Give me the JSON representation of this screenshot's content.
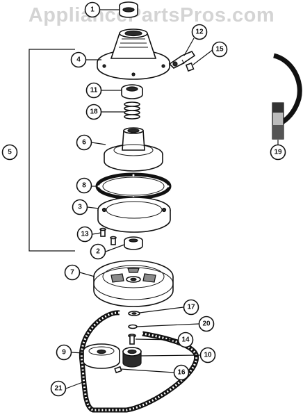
{
  "watermark": "AppliancePartsPros.com",
  "callouts": [
    {
      "id": "1",
      "label": "1"
    },
    {
      "id": "4",
      "label": "4"
    },
    {
      "id": "12",
      "label": "12"
    },
    {
      "id": "15",
      "label": "15"
    },
    {
      "id": "11",
      "label": "11"
    },
    {
      "id": "18",
      "label": "18"
    },
    {
      "id": "5",
      "label": "5"
    },
    {
      "id": "6",
      "label": "6"
    },
    {
      "id": "19",
      "label": "19"
    },
    {
      "id": "8",
      "label": "8"
    },
    {
      "id": "3",
      "label": "3"
    },
    {
      "id": "13",
      "label": "13"
    },
    {
      "id": "2",
      "label": "2"
    },
    {
      "id": "7",
      "label": "7"
    },
    {
      "id": "17",
      "label": "17"
    },
    {
      "id": "20",
      "label": "20"
    },
    {
      "id": "14",
      "label": "14"
    },
    {
      "id": "9",
      "label": "9"
    },
    {
      "id": "10",
      "label": "10"
    },
    {
      "id": "16",
      "label": "16"
    },
    {
      "id": "21",
      "label": "21"
    }
  ]
}
